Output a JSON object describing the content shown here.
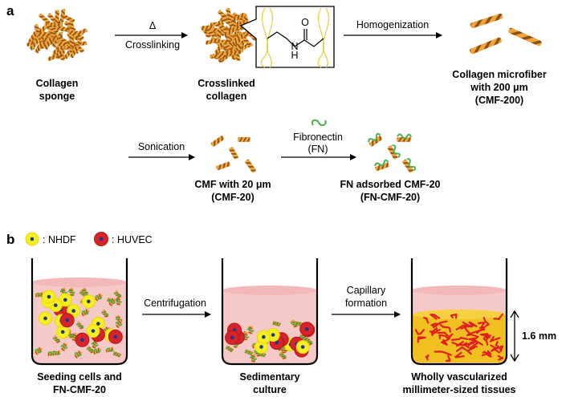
{
  "panel_a": {
    "letter": "a",
    "collagen_sponge": [
      "Collagen",
      "sponge"
    ],
    "crosslink_symbol": "Δ",
    "crosslink_step": "Crosslinking",
    "crosslinked_collagen": [
      "Crosslinked",
      "collagen"
    ],
    "chem_N": "N",
    "chem_H": "H",
    "chem_O": "O",
    "homogenization_step": "Homogenization",
    "cmf200": [
      "Collagen microfiber",
      "with 200 μm",
      "(CMF-200)"
    ],
    "sonication_step": "Sonication",
    "cmf20": [
      "CMF with 20 μm",
      "(CMF-20)"
    ],
    "fibronectin_step": [
      "Fibronectin",
      "(FN)"
    ],
    "fn_cmf20": [
      "FN adsorbed CMF-20",
      "(FN-CMF-20)"
    ]
  },
  "panel_b": {
    "letter": "b",
    "legend_nhdf": ": NHDF",
    "legend_huvec": ": HUVEC",
    "centrifugation_step": "Centrifugation",
    "capillary_step": [
      "Capillary",
      "formation"
    ],
    "height_label": "1.6 mm",
    "seeding": [
      "Seeding cells and",
      "FN-CMF-20"
    ],
    "sedimentary": [
      "Sedimentary",
      "culture"
    ],
    "vascularized": [
      "Wholly vascularized",
      "millimeter-sized tissues"
    ]
  },
  "colors": {
    "fiber_orange": "#f2a33a",
    "fiber_dark": "#7a4a10",
    "fn_green": "#4caf50",
    "nhdf_yellow": "#f4ee22",
    "huvec_red": "#d8232a",
    "nucleus_blue": "#1f3a8a",
    "medium_pink": "#f6c9c9",
    "vessel_red": "#e02020",
    "tissue_yellow": "#f0c020"
  }
}
